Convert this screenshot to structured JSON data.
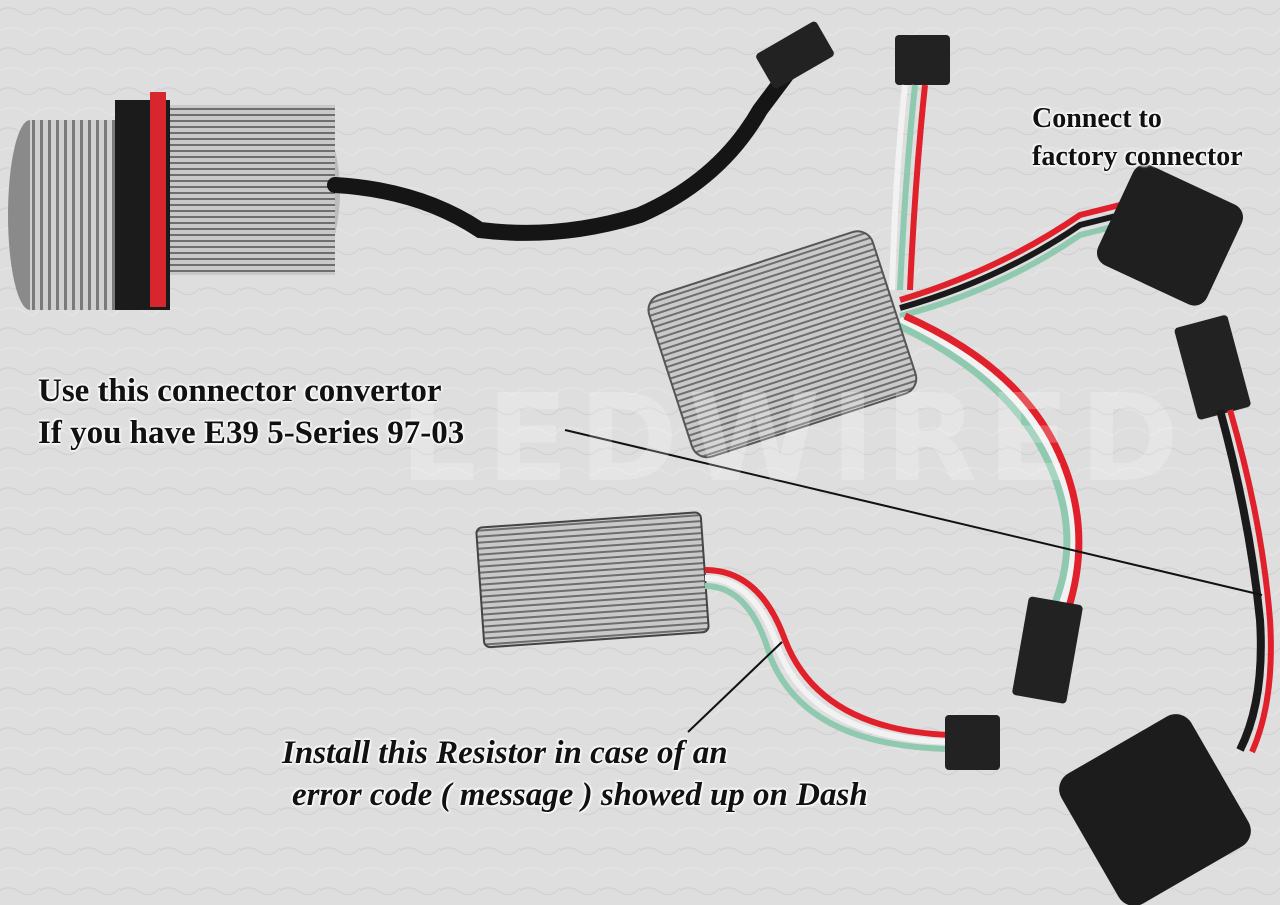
{
  "labels": {
    "factory_line1": "Connect to",
    "factory_line2": "factory connector",
    "convertor_line1": "Use this connector convertor",
    "convertor_line2": "If you have E39 5-Series 97-03",
    "resistor_line1": "Install this Resistor in case of an",
    "resistor_line2": "error code ( message ) showed up on Dash"
  },
  "watermark": "LEDWIRED",
  "colors": {
    "background": "#dcdcdc",
    "wire_red": "#e0202a",
    "wire_white": "#f2f2f2",
    "wire_green": "#8fc9b0",
    "wire_black": "#1a1a1a",
    "housing": "#b8b8b8",
    "connector": "#222222"
  }
}
